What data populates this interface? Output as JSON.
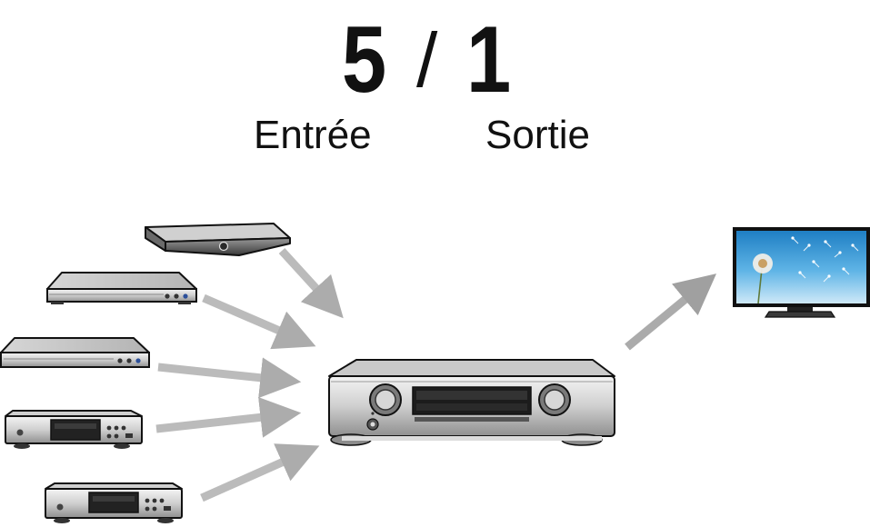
{
  "header": {
    "input_count": "5",
    "separator": "/",
    "output_count": "1",
    "input_label": "Entrée",
    "output_label": "Sortie"
  },
  "diagram": {
    "inputs": [
      {
        "device": "media-streaming-box"
      },
      {
        "device": "blu-ray-player"
      },
      {
        "device": "dvd-player"
      },
      {
        "device": "cd-player"
      },
      {
        "device": "cd-player"
      }
    ],
    "hub": {
      "device": "av-receiver"
    },
    "outputs": [
      {
        "device": "television"
      }
    ]
  }
}
